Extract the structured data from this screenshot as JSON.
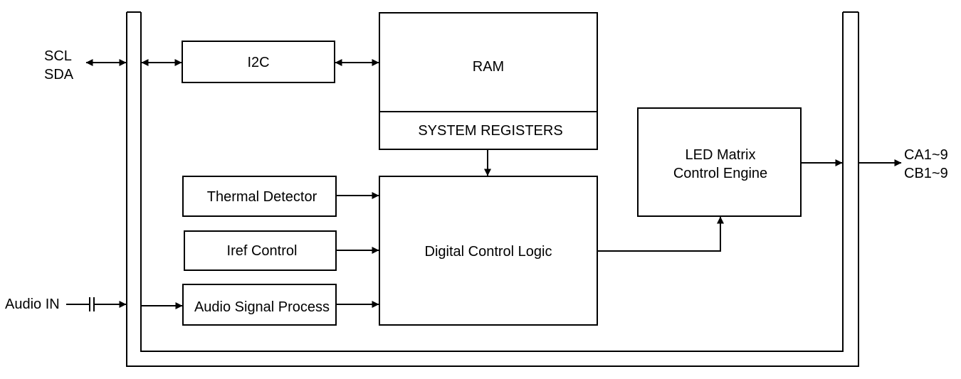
{
  "pins": {
    "scl": "SCL",
    "sda": "SDA",
    "audio_in": "Audio IN",
    "ca": "CA1~9",
    "cb": "CB1~9"
  },
  "blocks": {
    "i2c": "I2C",
    "ram": "RAM",
    "system_registers": "SYSTEM REGISTERS",
    "thermal_detector": "Thermal Detector",
    "iref_control": "Iref Control",
    "audio_signal_process": "Audio Signal Process",
    "digital_control_logic": "Digital Control Logic",
    "led_engine_line1": "LED Matrix",
    "led_engine_line2": "Control Engine"
  }
}
